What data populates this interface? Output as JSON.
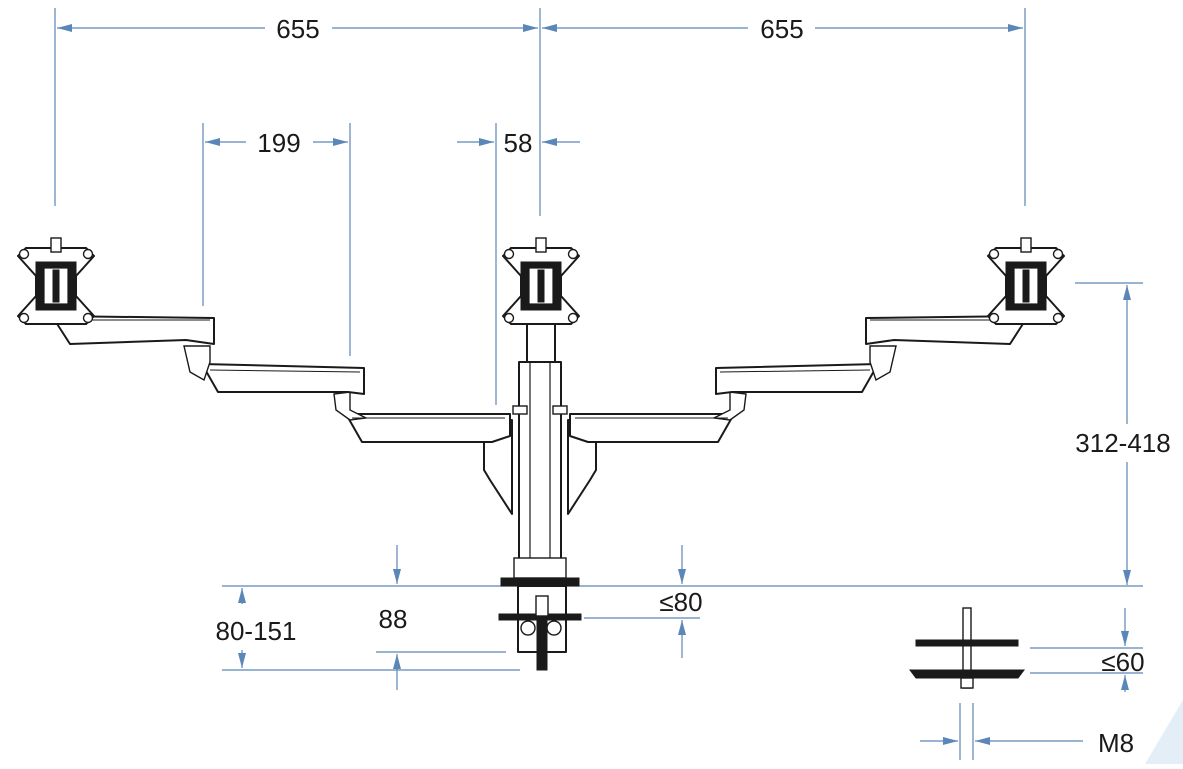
{
  "dimensions": {
    "left_reach": "655",
    "right_reach": "655",
    "arm_segment": "199",
    "center_offset": "58",
    "height_range": "312-418",
    "clamp_range": "80-151",
    "clamp_depth": "88",
    "desk_thickness_max": "≤80",
    "grommet_thickness_max": "≤60",
    "bolt_size": "M8"
  },
  "colors": {
    "dimension_line": "#5b86b8",
    "drawing_line": "#1a1a1a",
    "background": "#ffffff"
  }
}
